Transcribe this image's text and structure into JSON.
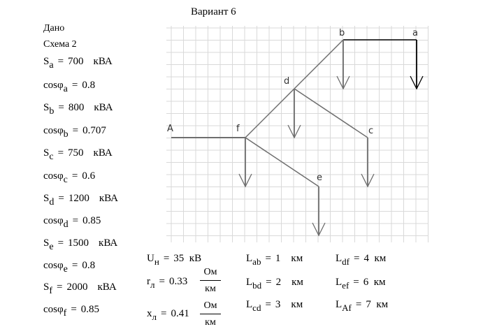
{
  "title": "Вариант 6",
  "given_label": "Дано",
  "scheme_label": "Схема 2",
  "loads": [
    {
      "sym": "S",
      "sub": "a",
      "value": "700",
      "unit": "кВА"
    },
    {
      "sym": "cosφ",
      "sub": "a",
      "value": "0.8",
      "unit": ""
    },
    {
      "sym": "S",
      "sub": "b",
      "value": "800",
      "unit": "кВА"
    },
    {
      "sym": "cosφ",
      "sub": "b",
      "value": "0.707",
      "unit": ""
    },
    {
      "sym": "S",
      "sub": "c",
      "value": "750",
      "unit": "кВА"
    },
    {
      "sym": "cosφ",
      "sub": "c",
      "value": "0.6",
      "unit": ""
    },
    {
      "sym": "S",
      "sub": "d",
      "value": "1200",
      "unit": "кВА"
    },
    {
      "sym": "cosφ",
      "sub": "d",
      "value": "0.85",
      "unit": ""
    },
    {
      "sym": "S",
      "sub": "e",
      "value": "1500",
      "unit": "кВА"
    },
    {
      "sym": "cosφ",
      "sub": "e",
      "value": "0.8",
      "unit": ""
    },
    {
      "sym": "S",
      "sub": "f",
      "value": "2000",
      "unit": "кВА"
    },
    {
      "sym": "cosφ",
      "sub": "f",
      "value": "0.85",
      "unit": ""
    }
  ],
  "line_params": {
    "voltage": {
      "sym": "U",
      "sub": "н",
      "value": "35",
      "unit": "кВ"
    },
    "r": {
      "sym": "r",
      "sub": "л",
      "value": "0.33",
      "unit_num": "Ом",
      "unit_den": "км"
    },
    "x": {
      "sym": "x",
      "sub": "л",
      "value": "0.41",
      "unit_num": "Ом",
      "unit_den": "км"
    }
  },
  "lengths": [
    {
      "sym": "L",
      "sub": "ab",
      "value": "1",
      "unit": "км"
    },
    {
      "sym": "L",
      "sub": "bd",
      "value": "2",
      "unit": "км"
    },
    {
      "sym": "L",
      "sub": "cd",
      "value": "3",
      "unit": "км"
    },
    {
      "sym": "L",
      "sub": "df",
      "value": "4",
      "unit": "км"
    },
    {
      "sym": "L",
      "sub": "ef",
      "value": "6",
      "unit": "км"
    },
    {
      "sym": "L",
      "sub": "Af",
      "value": "7",
      "unit": "км"
    }
  ],
  "diagram": {
    "nodes": [
      "A",
      "f",
      "d",
      "b",
      "a",
      "c",
      "e"
    ],
    "branches": [
      [
        "A",
        "f"
      ],
      [
        "f",
        "d"
      ],
      [
        "d",
        "b"
      ],
      [
        "b",
        "a"
      ],
      [
        "d",
        "c"
      ],
      [
        "f",
        "e"
      ]
    ],
    "loads_at": [
      "f",
      "d",
      "b",
      "a",
      "c",
      "e"
    ],
    "colors": {
      "grid": "#d9d9d9",
      "line": "#6e6e6e",
      "line_dark": "#000000",
      "label": "#333333"
    }
  }
}
